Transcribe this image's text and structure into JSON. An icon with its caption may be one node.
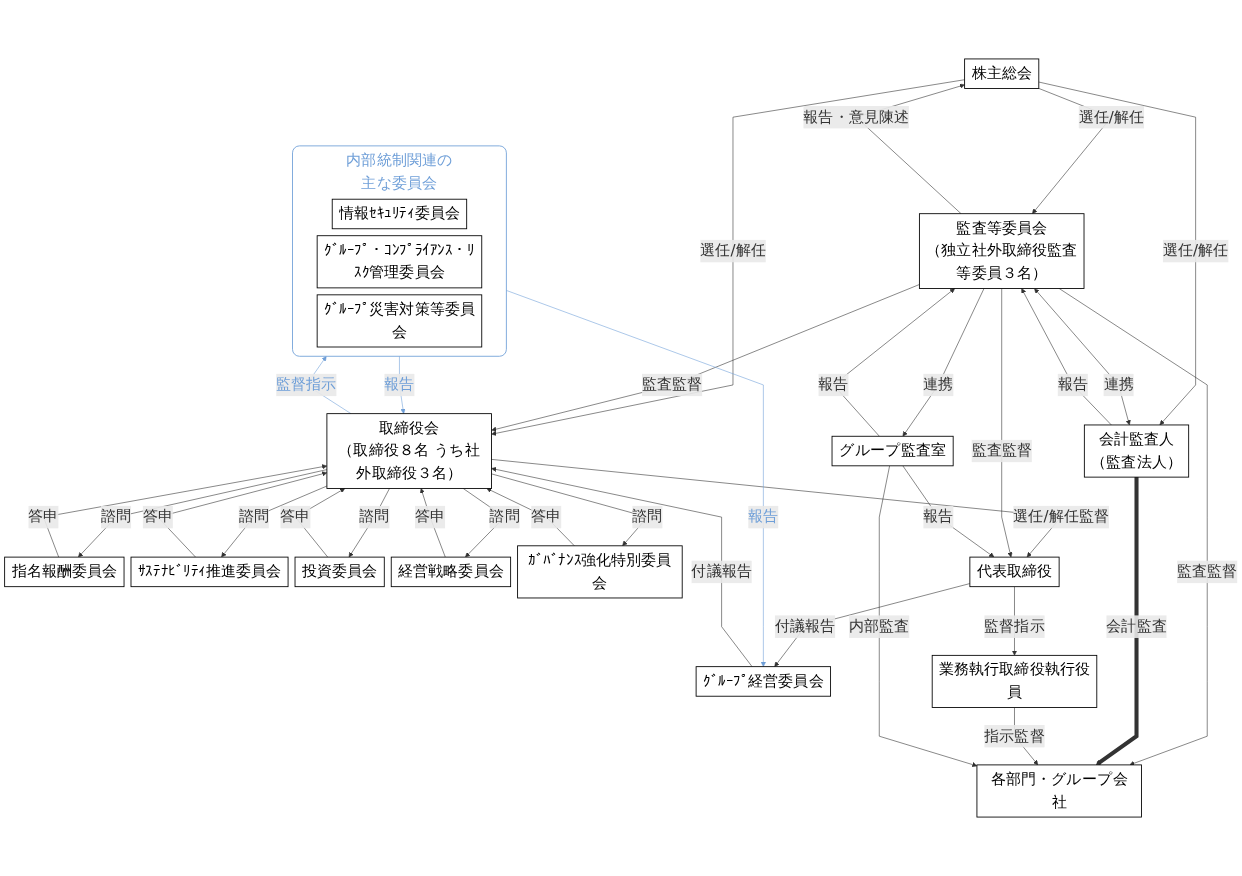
{
  "diagram": {
    "nodes": [
      {
        "text": [
          "株主総会"
        ]
      },
      {
        "text": [
          "取締役会",
          "（取締役８名 うち社外取締役３名）"
        ]
      },
      {
        "text": [
          "監査等委員会",
          "（独立社外取締役監査等委員３名）"
        ]
      },
      {
        "text": [
          "会計監査人",
          "（監査法人）"
        ]
      },
      {
        "text": [
          "指名報酬委員会"
        ]
      },
      {
        "text": [
          "ｻｽﾃﾅﾋﾞﾘﾃｨ推進委員会"
        ]
      },
      {
        "text": [
          "投資委員会"
        ]
      },
      {
        "text": [
          "経営戦略委員会"
        ]
      },
      {
        "text": [
          "ｶﾞﾊﾞﾅﾝｽ強化特別委員会"
        ]
      },
      {
        "text": [
          "ｸﾞﾙｰﾌﾟ経営委員会"
        ]
      },
      {
        "text": [
          "代表取締役"
        ]
      },
      {
        "text": [
          "内部統制関連の主な委員会"
        ]
      },
      {
        "text": [
          "情報ｾｷｭﾘﾃｨ委員会"
        ],
        "in": 11
      },
      {
        "text": [
          "ｸﾞﾙｰﾌﾟ・ｺﾝﾌﾟﾗｲｱﾝｽ・ﾘｽｸ管理委員会"
        ],
        "in": 11
      },
      {
        "text": [
          "ｸﾞﾙｰﾌﾟ災害対策等委員会"
        ],
        "in": 11
      },
      {
        "text": [
          "業務執行取締役執行役員"
        ]
      },
      {
        "text": [
          "グループ監査室"
        ]
      },
      {
        "text": [
          "各部門・グループ会社"
        ]
      }
    ],
    "edges": [
      {
        "from": 0,
        "to": 1,
        "arrow": "to",
        "label": "選任/解任"
      },
      {
        "from": 0,
        "to": 2,
        "arrow": "to",
        "label": "選任/解任"
      },
      {
        "from": 2,
        "to": 0,
        "arrow": "to",
        "label": "報告・意見陳述"
      },
      {
        "from": 0,
        "to": 3,
        "arrow": "to",
        "label": "選任/解任"
      },
      {
        "from": 2,
        "to": 1,
        "arrow": "to",
        "label": "監査監督"
      },
      {
        "from": 3,
        "to": 2,
        "arrow": "to",
        "label": "報告"
      },
      {
        "from": 2,
        "to": 3,
        "arrow": "both",
        "label": "連携"
      },
      {
        "from": 4,
        "to": 1,
        "arrow": "to",
        "label": "答申"
      },
      {
        "from": 1,
        "to": 4,
        "arrow": "to",
        "label": "諮問"
      },
      {
        "from": 5,
        "to": 1,
        "arrow": "to",
        "label": "答申"
      },
      {
        "from": 1,
        "to": 5,
        "arrow": "to",
        "label": "諮問"
      },
      {
        "from": 6,
        "to": 1,
        "arrow": "to",
        "label": "答申"
      },
      {
        "from": 1,
        "to": 6,
        "arrow": "to",
        "label": "諮問"
      },
      {
        "from": 7,
        "to": 1,
        "arrow": "to",
        "label": "答申"
      },
      {
        "from": 1,
        "to": 7,
        "arrow": "to",
        "label": "諮問"
      },
      {
        "from": 8,
        "to": 1,
        "arrow": "to",
        "label": "答申"
      },
      {
        "from": 1,
        "to": 8,
        "arrow": "to",
        "label": "諮問"
      },
      {
        "from": 9,
        "to": 1,
        "arrow": "to",
        "label": "付議報告"
      },
      {
        "from": 10,
        "to": 9,
        "arrow": "to",
        "label": "付議報告"
      },
      {
        "from": 1,
        "to": 10,
        "arrow": "to",
        "label": "選任/解任監督"
      },
      {
        "from": 2,
        "to": 10,
        "arrow": "to",
        "label": "監査監督"
      },
      {
        "from": 11,
        "to": 1,
        "arrow": "to",
        "label": "報告",
        "color": "#6f9fd8"
      },
      {
        "from": 1,
        "to": 11,
        "arrow": "to",
        "label": "監督指示",
        "color": "#6f9fd8"
      },
      {
        "from": 11,
        "to": 9,
        "arrow": "to",
        "label": "報告",
        "color": "#6f9fd8"
      },
      {
        "from": 10,
        "to": 15,
        "arrow": "to",
        "label": "監督指示"
      },
      {
        "from": 16,
        "to": 10,
        "arrow": "to",
        "label": "報告"
      },
      {
        "from": 2,
        "to": 16,
        "arrow": "to",
        "label": "連携"
      },
      {
        "from": 16,
        "to": 2,
        "arrow": "to",
        "label": "報告"
      },
      {
        "from": 2,
        "to": 17,
        "arrow": "to",
        "label": "監査監督"
      },
      {
        "from": 3,
        "to": 17,
        "arrow": "to",
        "label": "会計監査",
        "style": "thick"
      },
      {
        "from": 15,
        "to": 17,
        "arrow": "to",
        "label": "指示監督"
      },
      {
        "from": 16,
        "to": 17,
        "arrow": "to",
        "label": "内部監査"
      }
    ]
  }
}
